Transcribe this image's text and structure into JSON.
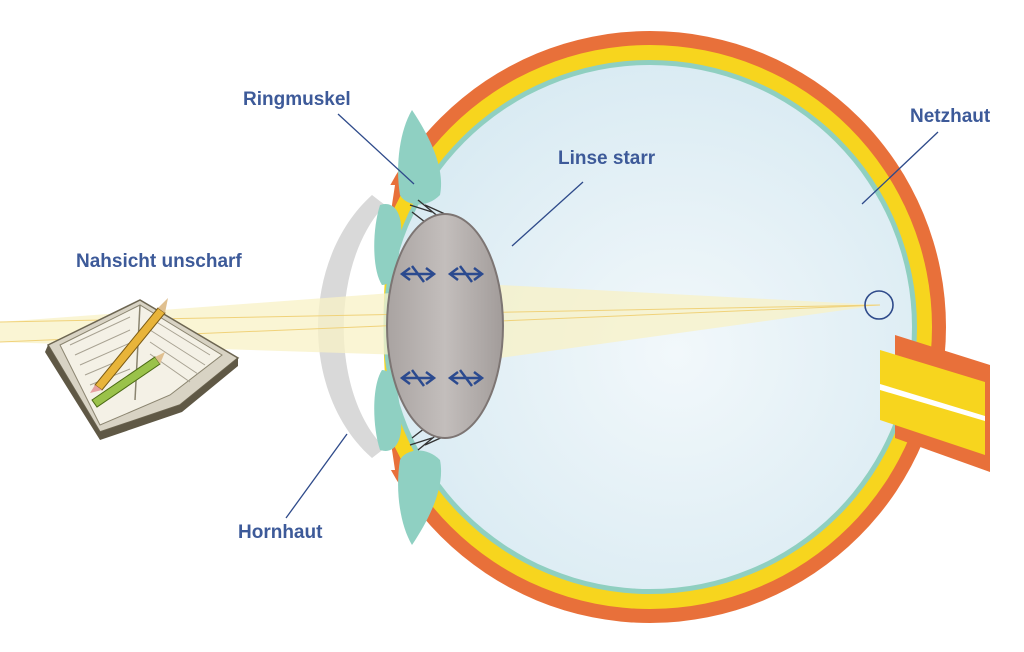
{
  "labels": {
    "ringmuskel": "Ringmuskel",
    "linse": "Linse starr",
    "netzhaut": "Netzhaut",
    "nahsicht": "Nahsicht unscharf",
    "hornhaut": "Hornhaut"
  },
  "colors": {
    "label_text": "#3d5a99",
    "leader_line": "#2e4a8a",
    "sclera": "#e8703a",
    "retina": "#f7d51e",
    "choroid": "#8fcfc0",
    "vitreous": "#e7f2f8",
    "cornea": "#d9d9d9",
    "ciliary_muscle": "#8fd0c2",
    "lens": "#b8b2b0",
    "light_beam": "#f8f1c6",
    "tension_arrows": "#2b4a8f"
  },
  "icons": {
    "book": "book-icon",
    "pencil": "pencil-icon"
  }
}
